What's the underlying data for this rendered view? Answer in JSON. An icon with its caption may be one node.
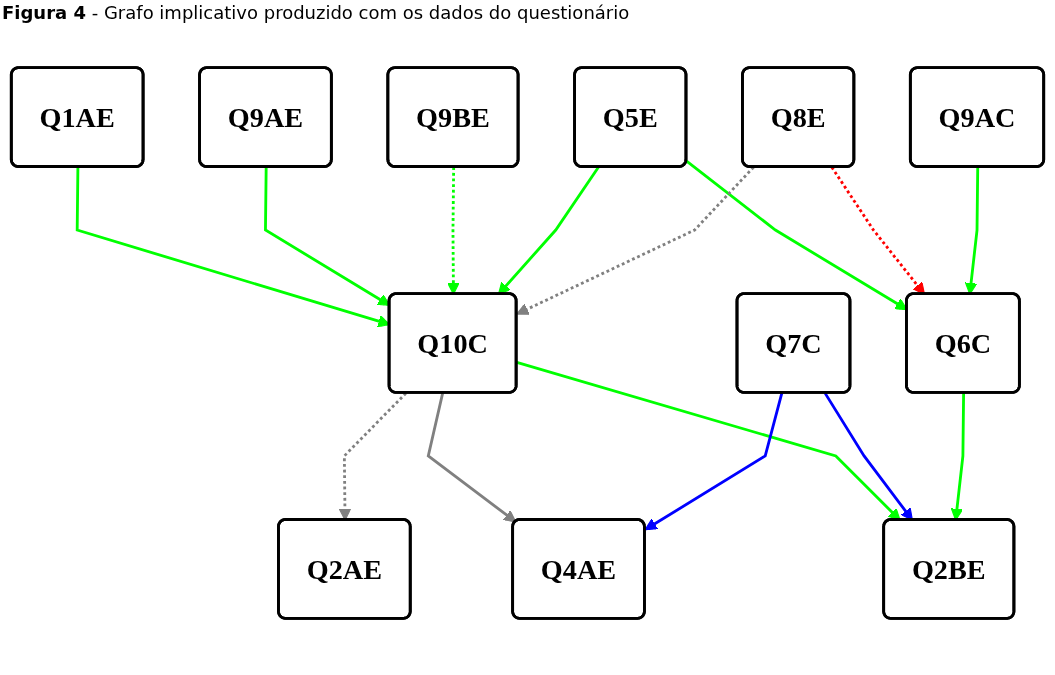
{
  "diagram": {
    "title": "**Figura 4** - Grafo implicativo produzido com os dados do questionário",
    "nodes": [
      {
        "text": [
          "Q1AE"
        ]
      },
      {
        "text": [
          "Q9AE"
        ]
      },
      {
        "text": [
          "Q9BE"
        ]
      },
      {
        "text": [
          "Q5E"
        ]
      },
      {
        "text": [
          "Q8E"
        ]
      },
      {
        "text": [
          "Q9AC"
        ]
      },
      {
        "text": [
          "Q10C"
        ]
      },
      {
        "text": [
          "Q7C"
        ]
      },
      {
        "text": [
          "Q6C"
        ]
      },
      {
        "text": [
          "Q2AE"
        ]
      },
      {
        "text": [
          "Q4AE"
        ]
      },
      {
        "text": [
          "Q2BE"
        ]
      }
    ],
    "edges": [
      {
        "from": 0,
        "to": 6,
        "arrow": "to"
      },
      {
        "from": 1,
        "to": 6,
        "arrow": "to"
      },
      {
        "from": 2,
        "to": 6,
        "arrow": "to",
        "style": "dashed"
      },
      {
        "from": 3,
        "to": 6,
        "arrow": "to"
      },
      {
        "from": 3,
        "to": 8,
        "arrow": "to"
      },
      {
        "from": 4,
        "to": 6,
        "arrow": "to",
        "style": "dashed",
        "color": "#808080"
      },
      {
        "from": 4,
        "to": 8,
        "arrow": "to",
        "style": "dashed",
        "color": "#ff0000"
      },
      {
        "from": 5,
        "to": 8,
        "arrow": "to"
      },
      {
        "from": 6,
        "to": 9,
        "arrow": "to",
        "style": "dashed",
        "color": "#808080"
      },
      {
        "from": 6,
        "to": 10,
        "arrow": "to",
        "color": "#808080"
      },
      {
        "from": 6,
        "to": 11,
        "arrow": "to"
      },
      {
        "from": 7,
        "to": 10,
        "arrow": "to",
        "color": "#0000ff"
      },
      {
        "from": 7,
        "to": 11,
        "arrow": "to",
        "color": "#0000ff"
      },
      {
        "from": 8,
        "to": 11,
        "arrow": "to"
      }
    ]
  }
}
